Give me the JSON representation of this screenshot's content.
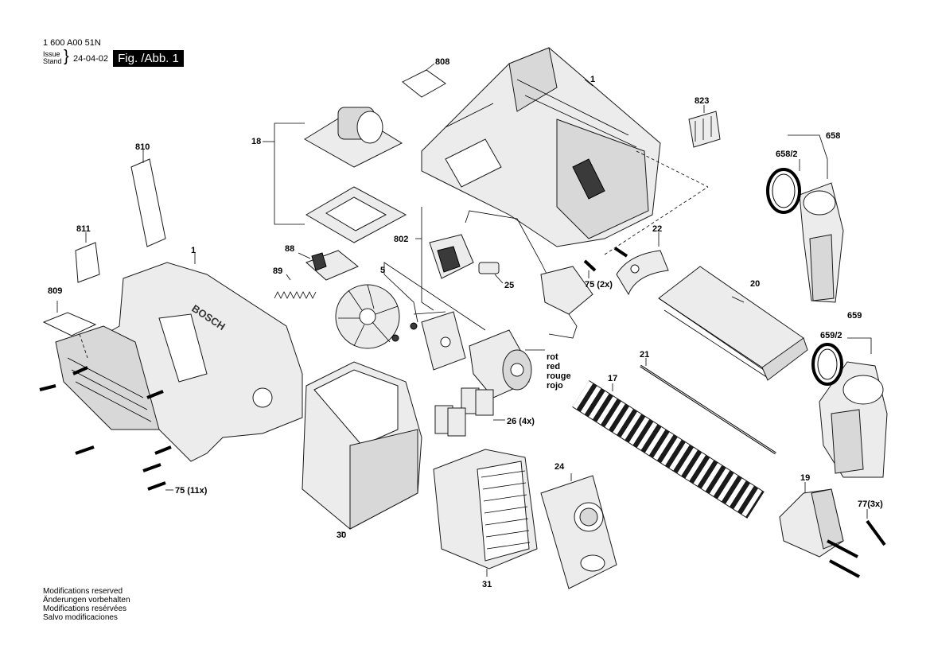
{
  "header": {
    "doc_code": "1 600 A00 51N",
    "issue_label": "Issue",
    "stand_label": "Stand",
    "issue_date": "24-04-02",
    "figure": "Fig. /Abb. 1"
  },
  "footer": {
    "lines": [
      "Modifications reserved",
      "Änderungen vorbehalten",
      "Modifications resérvées",
      "Salvo modificaciones"
    ]
  },
  "part_labels": {
    "p808": "808",
    "p1_top": "1",
    "p823": "823",
    "p658": "658",
    "p658_2": "658/2",
    "p18": "18",
    "p810": "810",
    "p802": "802",
    "p22": "22",
    "p811": "811",
    "p88": "88",
    "p1_left": "1",
    "p5": "5",
    "p89": "89",
    "p25": "25",
    "p75_2x": "75 (2x)",
    "p20": "20",
    "p659": "659",
    "p659_2": "659/2",
    "p809": "809",
    "p21": "21",
    "p17": "17",
    "p26": "26 (4x)",
    "p24": "24",
    "p19": "19",
    "p77": "77(3x)",
    "p75_11x": "75 (11x)",
    "p30": "30",
    "p31": "31"
  },
  "wire_colors": [
    "rot",
    "red",
    "rouge",
    "rojo"
  ],
  "housing_brand": "BOSCH"
}
